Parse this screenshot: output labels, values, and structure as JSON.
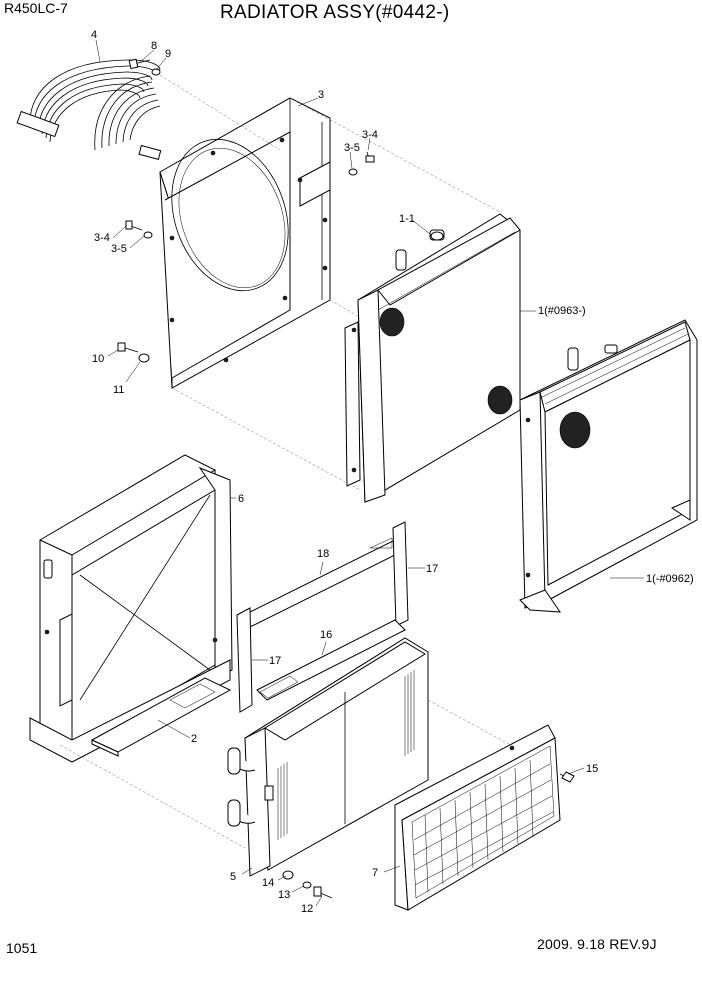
{
  "header": {
    "model": "R450LC-7",
    "title": "RADIATOR ASSY(#0442-)"
  },
  "footer": {
    "page_number": "1051",
    "date_revision": "2009. 9.18  REV.9J"
  },
  "callouts": {
    "c4": "4",
    "c8": "8",
    "c9": "9",
    "c3": "3",
    "c3_4a": "3-4",
    "c3_5a": "3-5",
    "c3_4b": "3-4",
    "c3_5b": "3-5",
    "c1_1": "1-1",
    "c1_new": "1(#0963-)",
    "c10": "10",
    "c11": "11",
    "c6": "6",
    "c18": "18",
    "c17a": "17",
    "c17b": "17",
    "c16": "16",
    "c2": "2",
    "c1_old": "1(-#0962)",
    "c15": "15",
    "c5": "5",
    "c14": "14",
    "c13": "13",
    "c12": "12",
    "c7": "7"
  }
}
